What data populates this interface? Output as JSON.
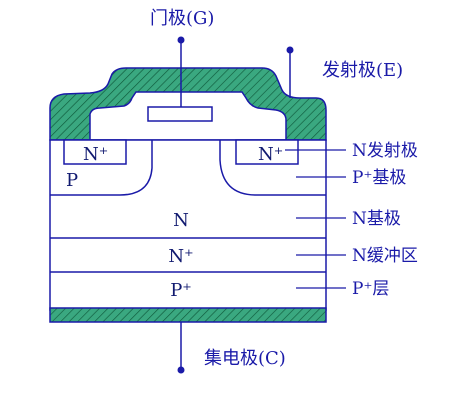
{
  "labels": {
    "gate": "门极(G)",
    "emitter": "发射极(E)",
    "collector": "集电极(C)",
    "n_emitter": "N发射极",
    "p_base": "P⁺基极",
    "n_base": "N基极",
    "n_buffer": "N缓冲区",
    "p_layer": "P⁺层"
  },
  "regions": {
    "n_plus_left": "N⁺",
    "n_plus_right": "N⁺",
    "p_region": "P",
    "n_region": "N",
    "n_plus_buffer": "N⁺",
    "p_plus_layer": "P⁺"
  },
  "colors": {
    "line": "#1a1aa8",
    "metal": "#3aa880",
    "metal_hatch": "#0f5a3c",
    "text": "#1a1aa8"
  }
}
